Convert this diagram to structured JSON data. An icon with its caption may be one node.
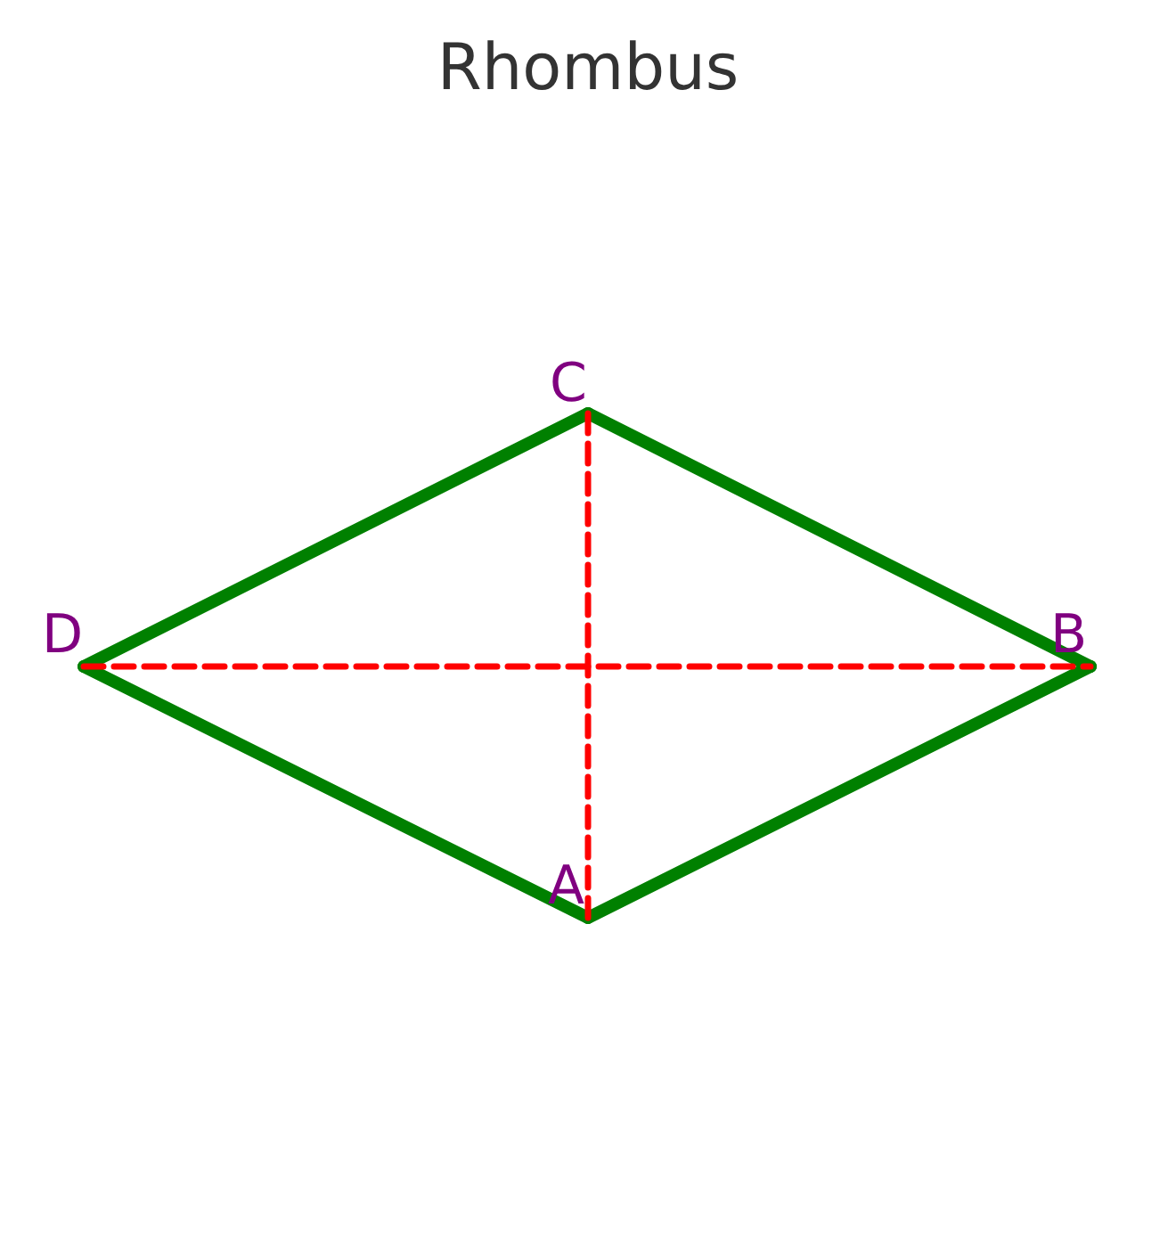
{
  "diagram": {
    "title": "Rhombus",
    "nodes": [
      {
        "text": [
          "C"
        ]
      },
      {
        "text": [
          "D"
        ]
      },
      {
        "text": [
          "B"
        ]
      },
      {
        "text": [
          "A"
        ]
      }
    ],
    "edges": [
      {
        "from": 0,
        "to": 2,
        "arrow": "none"
      },
      {
        "from": 2,
        "to": 3,
        "arrow": "none"
      },
      {
        "from": 3,
        "to": 1,
        "arrow": "none"
      },
      {
        "from": 1,
        "to": 0,
        "arrow": "none"
      },
      {
        "from": 0,
        "to": 3,
        "arrow": "none",
        "style": "dashed",
        "color": "#ff0000"
      },
      {
        "from": 1,
        "to": 2,
        "arrow": "none",
        "style": "dashed",
        "color": "#ff0000"
      }
    ]
  }
}
